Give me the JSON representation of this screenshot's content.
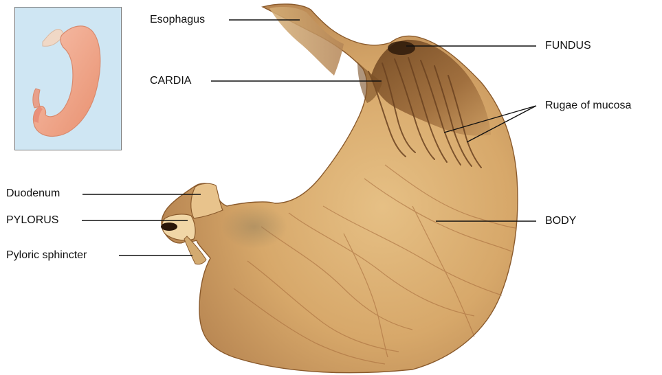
{
  "figure": {
    "labels": {
      "esophagus": "Esophagus",
      "cardia": "CARDIA",
      "fundus": "FUNDUS",
      "rugae": "Rugae of mucosa",
      "duodenum": "Duodenum",
      "pylorus": "PYLORUS",
      "pyloric_sphincter": "Pyloric sphincter",
      "body": "BODY"
    },
    "colors": {
      "inset_background": "#cfe6f3",
      "inset_stomach": "#f2a88f",
      "tissue_light": "#e9c48a",
      "tissue_mid": "#d3a064",
      "tissue_dark": "#8a5a2c",
      "leader_line": "#111111"
    }
  }
}
